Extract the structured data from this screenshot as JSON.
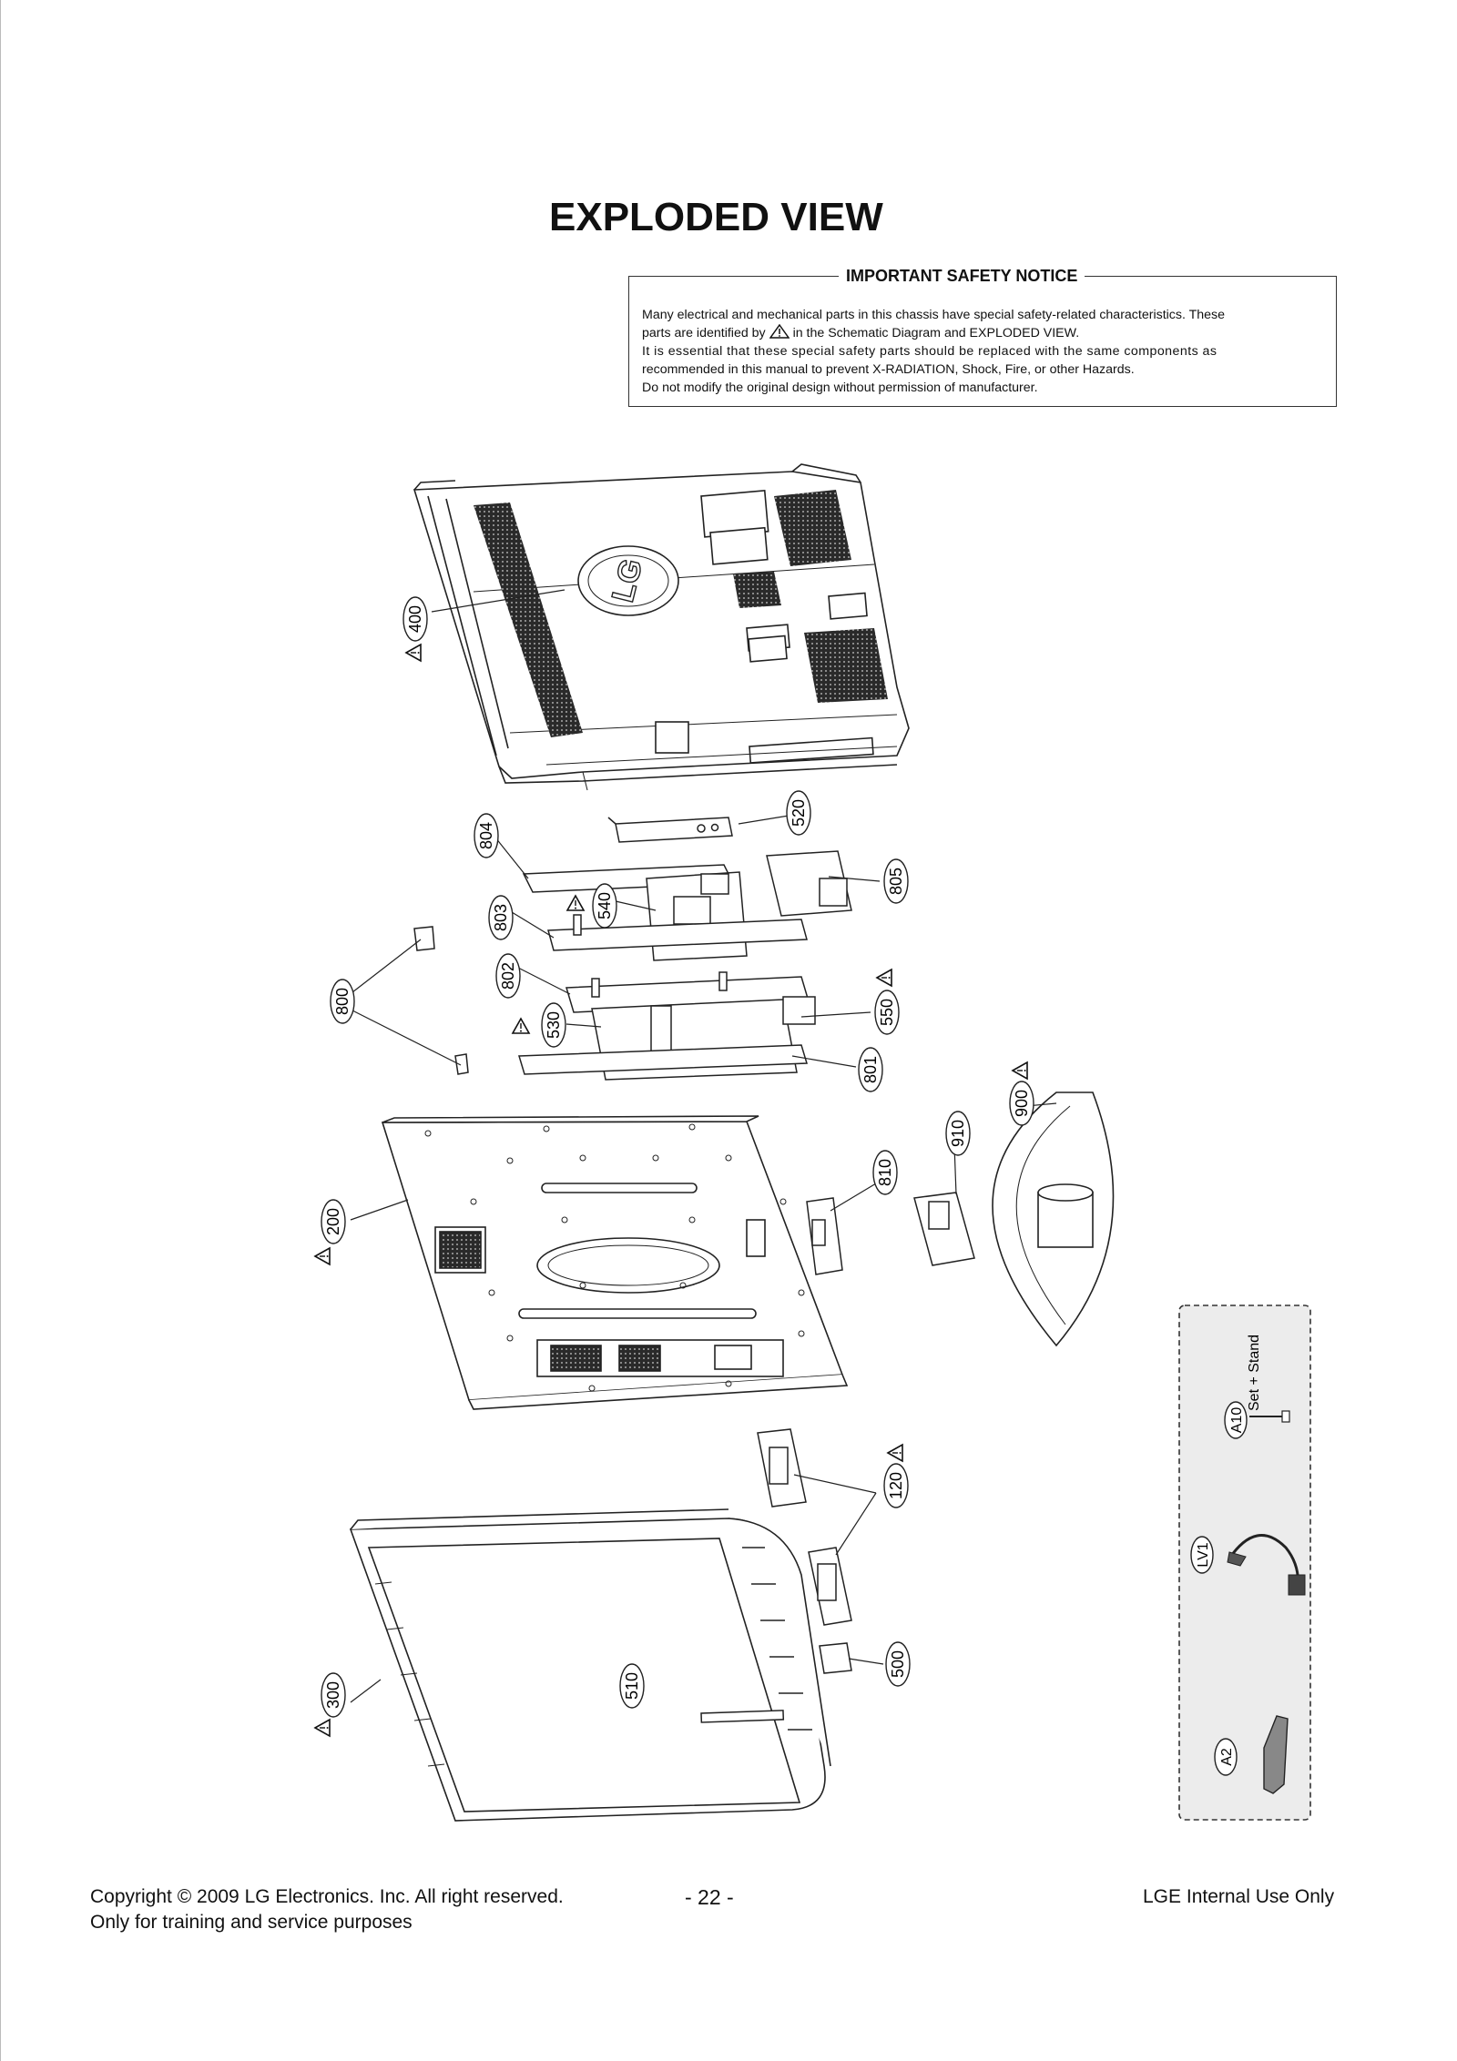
{
  "title": "EXPLODED VIEW",
  "notice": {
    "title": "IMPORTANT SAFETY NOTICE",
    "line1": "Many electrical and mechanical parts in this chassis have special safety-related characteristics. These",
    "line2a": "parts are identified by",
    "line2b": "in the Schematic Diagram and EXPLODED VIEW.",
    "line3": "It is essential that these special safety parts should be replaced with the same components as",
    "line4": "recommended in this manual to prevent X-RADIATION, Shock, Fire, or other Hazards.",
    "line5": "Do not modify the original design without permission of manufacturer."
  },
  "back_cover_logo": "LG",
  "parts": {
    "p400": "400",
    "p520": "520",
    "p804": "804",
    "p805": "805",
    "p540": "540",
    "p803": "803",
    "p802": "802",
    "p800": "800",
    "p530": "530",
    "p550": "550",
    "p801": "801",
    "p900": "900",
    "p910": "910",
    "p810": "810",
    "p200": "200",
    "p120": "120",
    "p300": "300",
    "p510": "510",
    "p500": "500"
  },
  "accessories": {
    "a10": "A10",
    "set_stand": "Set + Stand",
    "lv1": "LV1",
    "a2": "A2"
  },
  "footer": {
    "copyright": "Copyright  © 2009 LG Electronics. Inc. All right reserved.",
    "training": "Only for training and service purposes",
    "page_number": "- 22 -",
    "internal": "LGE Internal Use Only"
  }
}
